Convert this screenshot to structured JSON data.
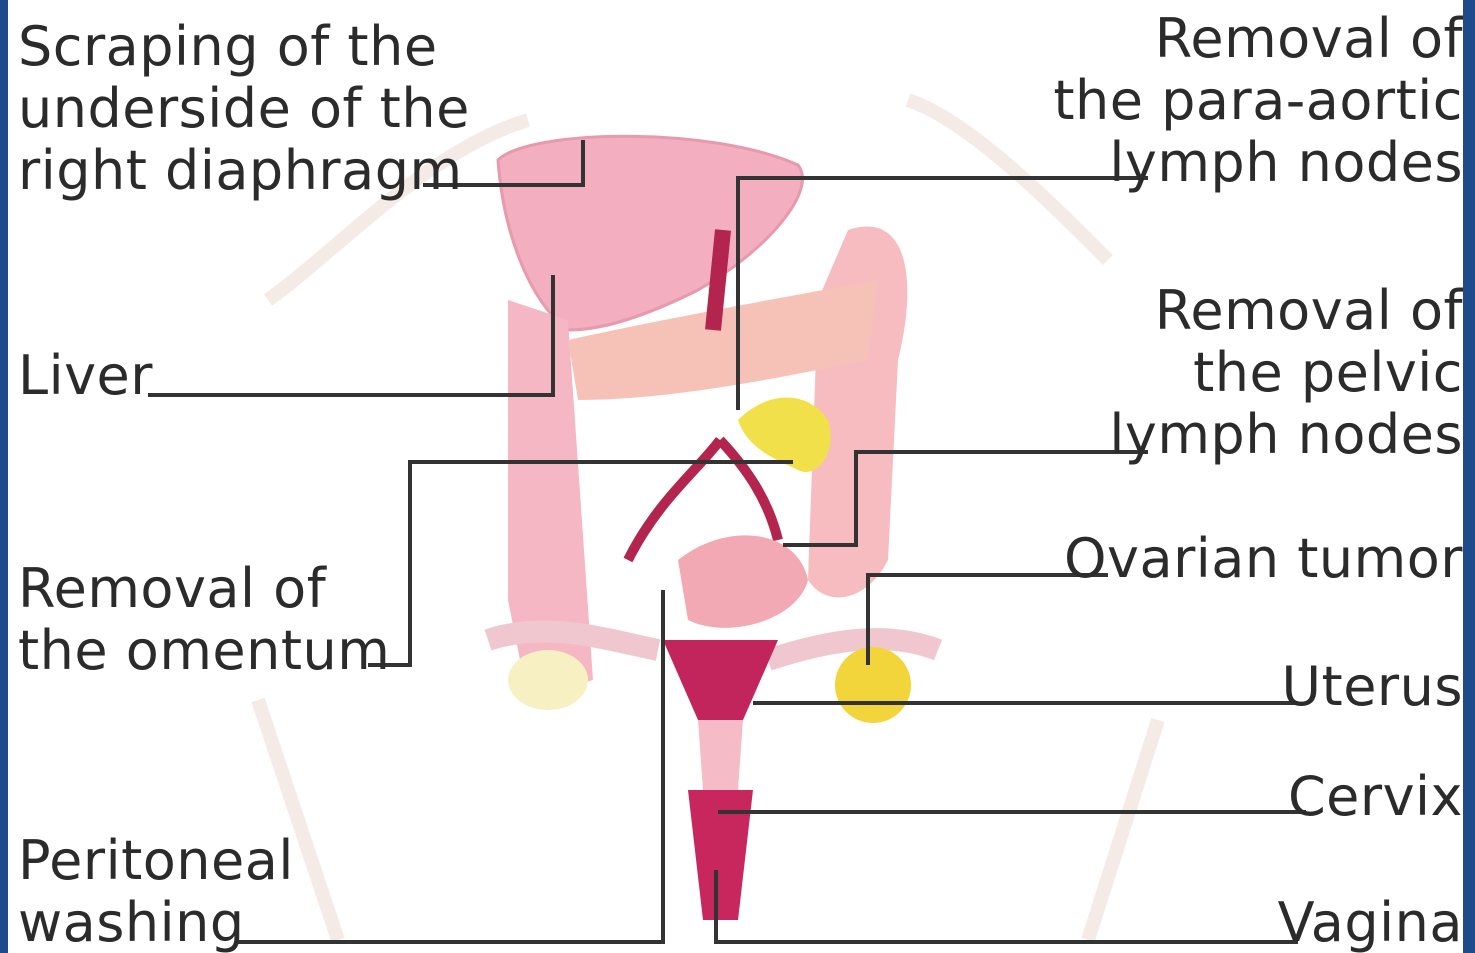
{
  "labels": {
    "scraping": [
      "Scraping of the",
      "underside of the",
      "right diaphragm"
    ],
    "liver": [
      "Liver"
    ],
    "omentum": [
      "Removal of",
      "the omentum"
    ],
    "washing": [
      "Peritoneal",
      "washing"
    ],
    "para_aortic": [
      "Removal of",
      "the para-aortic",
      "lymph nodes"
    ],
    "pelvic": [
      "Removal of",
      "the pelvic",
      "lymph nodes"
    ],
    "ovarian_tumor": [
      "Ovarian tumor"
    ],
    "uterus": [
      "Uterus"
    ],
    "cervix": [
      "Cervix"
    ],
    "vagina": [
      "Vagina"
    ]
  },
  "colors": {
    "frame": "#1f4a8c",
    "organ_pink": "#f3b3c1",
    "organ_dark": "#c2255c",
    "lymph_yellow": "#f2e04a",
    "leader_line": "#333333"
  }
}
